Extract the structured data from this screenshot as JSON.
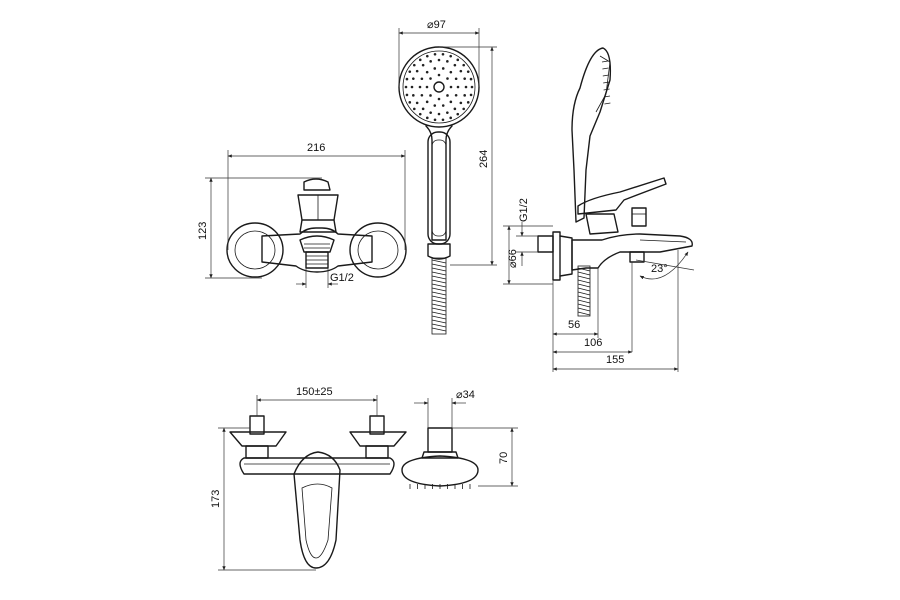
{
  "dimensions": {
    "front_width": "216",
    "front_height": "123",
    "front_connection": "G1/2",
    "head_diameter": "⌀97",
    "shower_length": "264",
    "side_connection": "G1/2",
    "side_diameter": "⌀66",
    "side_depth_1": "56",
    "side_depth_2": "106",
    "side_depth_3": "155",
    "spout_angle": "23°",
    "centers": "150±25",
    "handle_diameter": "⌀34",
    "head_depth": "70",
    "top_height": "173"
  }
}
